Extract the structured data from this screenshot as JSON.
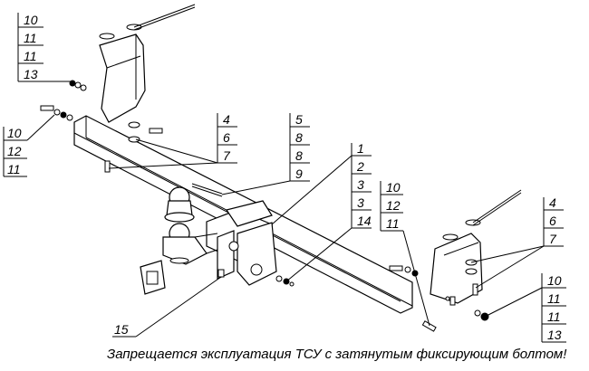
{
  "callouts": {
    "top_left_stack": [
      "10",
      "11",
      "11",
      "13"
    ],
    "left_mid_stack": [
      "10",
      "12",
      "11"
    ],
    "center_4_stack": [
      "4",
      "6",
      "7"
    ],
    "center_5_stack": [
      "5",
      "8",
      "8",
      "9"
    ],
    "center_1_stack": [
      "1",
      "2",
      "3",
      "3",
      "14"
    ],
    "center_10_stack": [
      "10",
      "12",
      "11"
    ],
    "right_top_stack": [
      "4",
      "6",
      "7"
    ],
    "right_bottom_stack": [
      "10",
      "11",
      "11",
      "13"
    ],
    "bottom_label": "15"
  },
  "footer": {
    "warning": "Запрещается эксплуатация ТСУ с затянутым фиксирующим болтом!"
  }
}
